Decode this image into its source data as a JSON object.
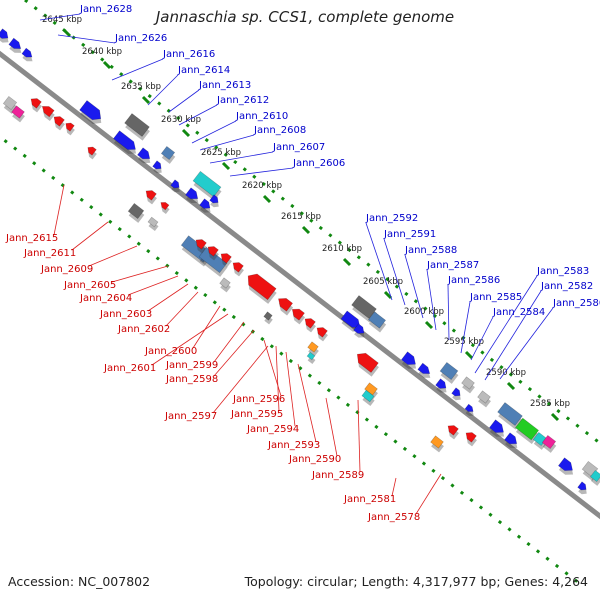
{
  "title": "Jannaschia sp. CCS1, complete genome",
  "footer": {
    "accession": "Accession: NC_007802",
    "topology": "Topology: circular; Length: 4,317,977 bp; Genes: 4,264"
  },
  "kbp_ticks": [
    "2645 kbp",
    "2640 kbp",
    "2635 kbp",
    "2630 kbp",
    "2625 kbp",
    "2620 kbp",
    "2615 kbp",
    "2610 kbp",
    "2605 kbp",
    "2600 kbp",
    "2595 kbp",
    "2590 kbp",
    "2585 kbp"
  ],
  "blue_labels": [
    "Jann_2628",
    "Jann_2626",
    "Jann_2616",
    "Jann_2614",
    "Jann_2613",
    "Jann_2612",
    "Jann_2610",
    "Jann_2608",
    "Jann_2607",
    "Jann_2606",
    "Jann_2592",
    "Jann_2591",
    "Jann_2588",
    "Jann_2587",
    "Jann_2586",
    "Jann_2585",
    "Jann_2584",
    "Jann_2583",
    "Jann_2582",
    "Jann_2580"
  ],
  "red_labels": [
    "Jann_2615",
    "Jann_2611",
    "Jann_2609",
    "Jann_2605",
    "Jann_2604",
    "Jann_2603",
    "Jann_2602",
    "Jann_2600",
    "Jann_2601",
    "Jann_2599",
    "Jann_2598",
    "Jann_2596",
    "Jann_2597",
    "Jann_2595",
    "Jann_2594",
    "Jann_2593",
    "Jann_2590",
    "Jann_2589",
    "Jann_2581",
    "Jann_2578"
  ],
  "colors": {
    "forward": "#1a1aee",
    "reverse": "#ee1111",
    "backbone": "#777777",
    "tick": "#118811",
    "steel": "#4f7fb5",
    "grey": "#666666",
    "cyan": "#22cccc",
    "green": "#22cc22",
    "magenta": "#ee2299",
    "orange": "#ff9922",
    "lightgrey": "#bbbbbb"
  }
}
